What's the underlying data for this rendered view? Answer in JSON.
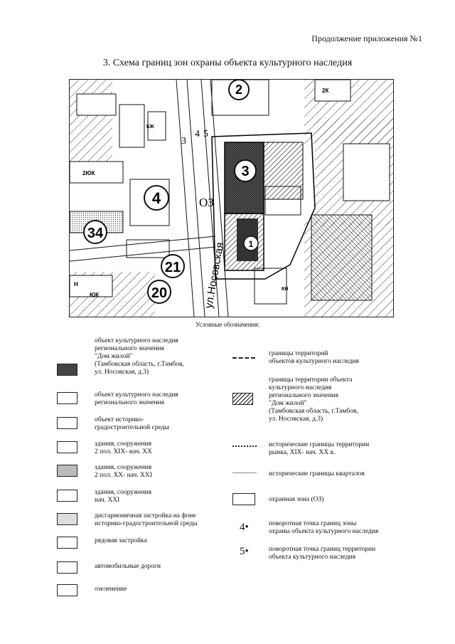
{
  "header": {
    "note": "Продолжение приложения №1"
  },
  "title": "3. Схема границ зон охраны объекта культурного наследия",
  "map": {
    "street": "ул.Носовская",
    "zone": "ОЗ",
    "points": [
      "3",
      "4",
      "5"
    ],
    "block_numbers": [
      "2",
      "3",
      "4",
      "34",
      "21",
      "20",
      "1"
    ],
    "labels": {
      "kzh": "КЖ",
      "kn": "КН",
      "h": "Н",
      "yuk": "ЮК",
      "two_yuk": "2ЮК",
      "two_k": "2К"
    }
  },
  "legend": {
    "title": "Условные обозначения:",
    "left": [
      {
        "text": "объект культурного наследия\nрегионального значения\n\"Дом жилой\"\n(Тамбовская область, г.Тамбов,\nул. Носовская, д.3)"
      },
      {
        "text": "объект культурного наследия\nрегионального значения"
      },
      {
        "text": "объект историко-\nградостроительной среды"
      },
      {
        "text": "здания, сооружения\n2 пол. XIX- нач. XX"
      },
      {
        "text": "здания, сооружения\n2 пол. XX- нач. XXI"
      },
      {
        "text": "здания, сооружения\nнач. XXI"
      },
      {
        "text": "дисгармоничная застройка на фоне\nисторико-градостроительной среды"
      },
      {
        "text": "рядовая застройка"
      },
      {
        "text": "автомобильные дороги"
      },
      {
        "text": "озеленение"
      }
    ],
    "right": [
      {
        "text": "границы территорий\nобъектов культурного наследия"
      },
      {
        "text": "границы территории объекта\nкультурного наследия\nрегионального значения\n\"Дом жилой\"\n(Тамбовская область, г.Тамбов,\nул. Носовская, д.3)"
      },
      {
        "text": "исторические границы территории\nрынка, XIX- нач. XX в."
      },
      {
        "text": "исторические границы кварталов"
      },
      {
        "text": "охранная зона (ОЗ)"
      },
      {
        "text": "поворотная точка границ зоны\nохраны объекта культурного наследия",
        "marker": "4"
      },
      {
        "text": "поворотная точка границ территории\nобъекта культурного наследия",
        "marker": "5"
      }
    ]
  }
}
